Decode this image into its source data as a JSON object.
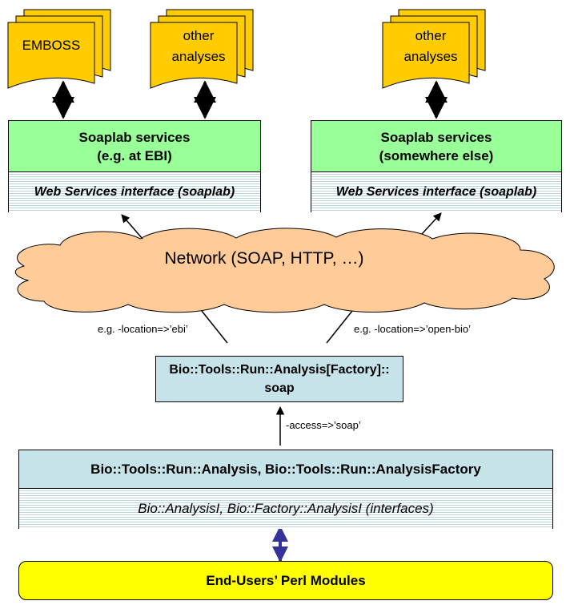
{
  "documents": {
    "emboss": "EMBOSS",
    "other_left_l1": "other",
    "other_left_l2": "analyses",
    "other_right_l1": "other",
    "other_right_l2": "analyses"
  },
  "soaplab_left": {
    "title_l1": "Soaplab services",
    "title_l2": "(e.g. at EBI)",
    "interface": "Web Services interface (soaplab)"
  },
  "soaplab_right": {
    "title_l1": "Soaplab services",
    "title_l2": "(somewhere else)",
    "interface": "Web Services interface (soaplab)"
  },
  "network": {
    "label": "Network (SOAP, HTTP, …)"
  },
  "edge_labels": {
    "ebi": "e.g. -location=>’ebi’",
    "open_bio": "e.g. -location=>’open-bio’",
    "access": "-access=>’soap’"
  },
  "soap_module": {
    "line1": "Bio::Tools::Run::Analysis[Factory]::",
    "line2": "soap"
  },
  "analysis_module": {
    "title": "Bio::Tools::Run::Analysis, Bio::Tools::Run::AnalysisFactory",
    "interface": "Bio::AnalysisI, Bio::Factory::AnalysisI (interfaces)"
  },
  "end_users": {
    "label": "End-Users’ Perl Modules"
  },
  "colors": {
    "document_fill": "#ffcc00",
    "service_fill": "#99ff99",
    "cloud_fill": "#ffcc99",
    "module_fill": "#c5e3e8",
    "end_user_fill": "#ffff00",
    "bidir_arrow": "#333399"
  }
}
